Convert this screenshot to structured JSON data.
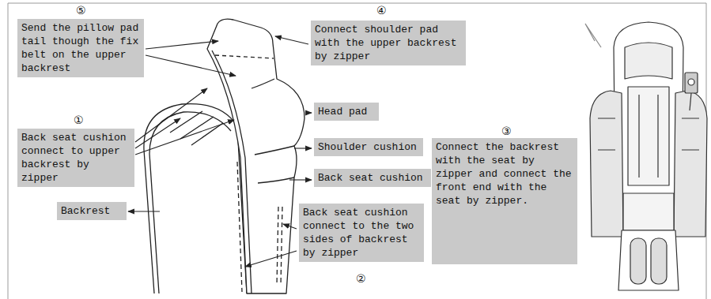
{
  "diagram": {
    "nodes": [
      {
        "text": [
          "Send the pillow pad tail though the fix belt on the upper backrest"
        ]
      },
      {
        "text": [
          "Back seat cushion connect to upper backrest by zipper"
        ]
      },
      {
        "text": [
          "Backrest"
        ]
      },
      {
        "text": [
          "Connect shoulder pad with the upper backrest by zipper"
        ]
      },
      {
        "text": [
          "Head pad"
        ]
      },
      {
        "text": [
          "Shoulder cushion"
        ]
      },
      {
        "text": [
          "Back seat cushion"
        ]
      },
      {
        "text": [
          "Back seat cushion connect to the two sides of backrest by zipper"
        ]
      },
      {
        "text": [
          "Connect the backrest with the seat by zipper and connect the front end with the seat by zipper."
        ]
      }
    ],
    "labels": [
      "⑤",
      "④",
      "①",
      "②",
      "③"
    ]
  }
}
